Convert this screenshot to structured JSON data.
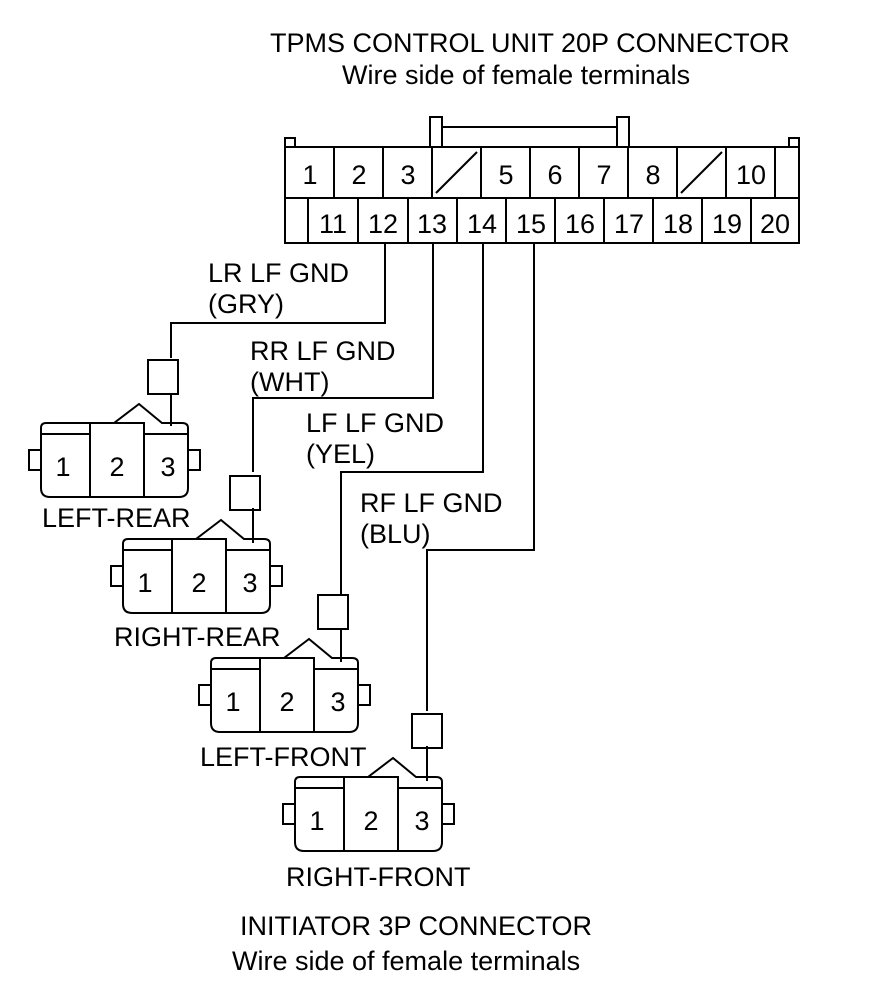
{
  "header": {
    "title": "TPMS CONTROL UNIT 20P CONNECTOR",
    "subtitle": "Wire side of female terminals"
  },
  "main_connector": {
    "top_row": [
      "1",
      "2",
      "3",
      "",
      "5",
      "6",
      "7",
      "8",
      "",
      "10"
    ],
    "bottom_row": [
      "11",
      "12",
      "13",
      "14",
      "15",
      "16",
      "17",
      "18",
      "19",
      "20"
    ]
  },
  "wires": [
    {
      "name": "LR LF GND",
      "color": "(GRY)"
    },
    {
      "name": "RR LF GND",
      "color": "(WHT)"
    },
    {
      "name": "LF LF GND",
      "color": "(YEL)"
    },
    {
      "name": "RF LF GND",
      "color": "(BLU)"
    }
  ],
  "initiators": [
    {
      "label": "LEFT-REAR",
      "pins": [
        "1",
        "2",
        "3"
      ]
    },
    {
      "label": "RIGHT-REAR",
      "pins": [
        "1",
        "2",
        "3"
      ]
    },
    {
      "label": "LEFT-FRONT",
      "pins": [
        "1",
        "2",
        "3"
      ]
    },
    {
      "label": "RIGHT-FRONT",
      "pins": [
        "1",
        "2",
        "3"
      ]
    }
  ],
  "footer": {
    "title": "INITIATOR 3P CONNECTOR",
    "subtitle": "Wire side of female terminals"
  }
}
